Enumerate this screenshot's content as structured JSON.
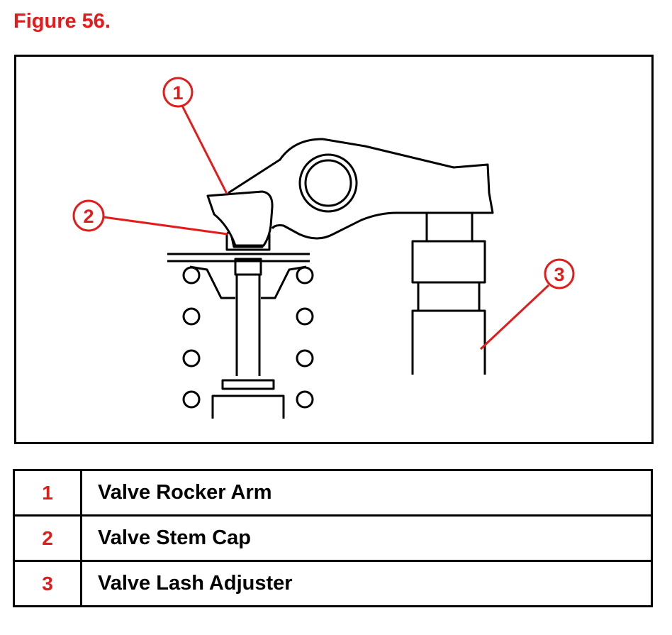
{
  "figure": {
    "title": "Figure 56."
  },
  "callouts": [
    {
      "number": "1"
    },
    {
      "number": "2"
    },
    {
      "number": "3"
    }
  ],
  "legend": [
    {
      "number": "1",
      "label": "Valve Rocker Arm"
    },
    {
      "number": "2",
      "label": "Valve Stem Cap"
    },
    {
      "number": "3",
      "label": "Valve Lash Adjuster"
    }
  ],
  "colors": {
    "accent": "#e31b1b",
    "line": "#000000",
    "background": "#ffffff"
  }
}
